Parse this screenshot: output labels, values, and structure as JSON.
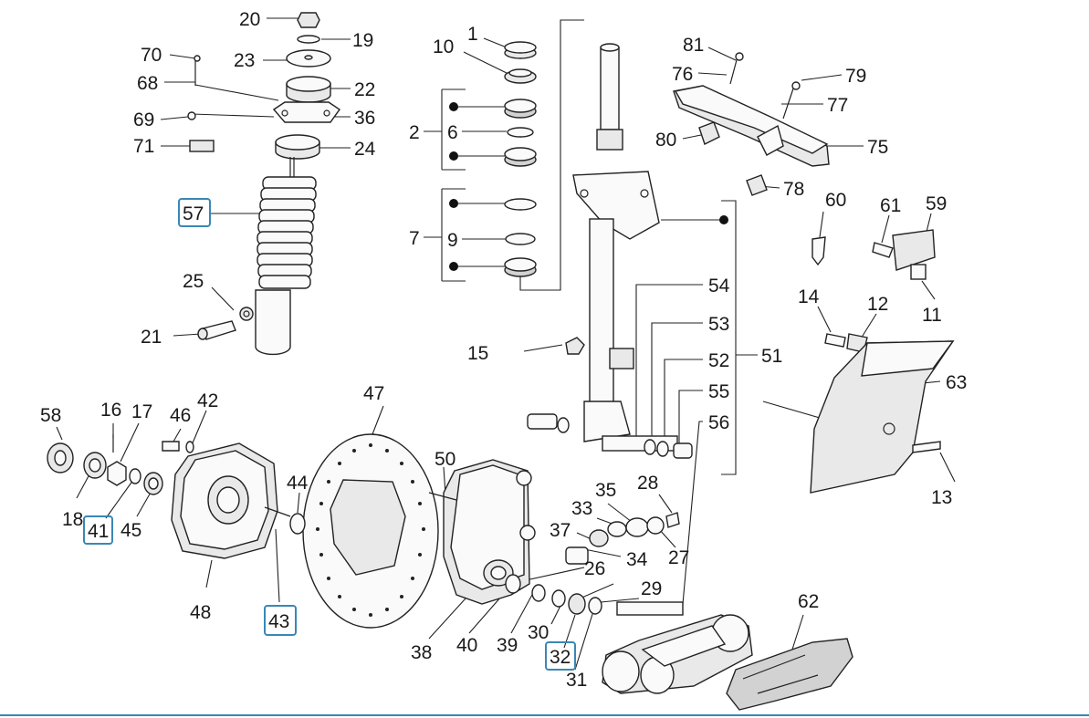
{
  "diagram": {
    "accent_color": "#3a87b4",
    "callouts": [
      {
        "id": "c20",
        "text": "20"
      },
      {
        "id": "c19",
        "text": "19"
      },
      {
        "id": "c70",
        "text": "70"
      },
      {
        "id": "c23",
        "text": "23"
      },
      {
        "id": "c68",
        "text": "68"
      },
      {
        "id": "c22",
        "text": "22"
      },
      {
        "id": "c69",
        "text": "69"
      },
      {
        "id": "c36",
        "text": "36"
      },
      {
        "id": "c71",
        "text": "71"
      },
      {
        "id": "c24",
        "text": "24"
      },
      {
        "id": "c57",
        "text": "57",
        "highlighted": true
      },
      {
        "id": "c25",
        "text": "25"
      },
      {
        "id": "c21",
        "text": "21"
      },
      {
        "id": "c1",
        "text": "1"
      },
      {
        "id": "c10",
        "text": "10"
      },
      {
        "id": "c2",
        "text": "2"
      },
      {
        "id": "c6",
        "text": "6"
      },
      {
        "id": "c7",
        "text": "7"
      },
      {
        "id": "c9",
        "text": "9"
      },
      {
        "id": "c81",
        "text": "81"
      },
      {
        "id": "c76",
        "text": "76"
      },
      {
        "id": "c79",
        "text": "79"
      },
      {
        "id": "c77",
        "text": "77"
      },
      {
        "id": "c80",
        "text": "80"
      },
      {
        "id": "c75",
        "text": "75"
      },
      {
        "id": "c78",
        "text": "78"
      },
      {
        "id": "c60",
        "text": "60"
      },
      {
        "id": "c61",
        "text": "61"
      },
      {
        "id": "c59",
        "text": "59"
      },
      {
        "id": "c14",
        "text": "14"
      },
      {
        "id": "c12",
        "text": "12"
      },
      {
        "id": "c11",
        "text": "11"
      },
      {
        "id": "c63",
        "text": "63"
      },
      {
        "id": "c13",
        "text": "13"
      },
      {
        "id": "c54",
        "text": "54"
      },
      {
        "id": "c53",
        "text": "53"
      },
      {
        "id": "c52",
        "text": "52"
      },
      {
        "id": "c51",
        "text": "51"
      },
      {
        "id": "c55",
        "text": "55"
      },
      {
        "id": "c56",
        "text": "56"
      },
      {
        "id": "c15",
        "text": "15"
      },
      {
        "id": "c47",
        "text": "47"
      },
      {
        "id": "c58",
        "text": "58"
      },
      {
        "id": "c16",
        "text": "16"
      },
      {
        "id": "c17",
        "text": "17"
      },
      {
        "id": "c46",
        "text": "46"
      },
      {
        "id": "c42",
        "text": "42"
      },
      {
        "id": "c18",
        "text": "18"
      },
      {
        "id": "c41",
        "text": "41",
        "highlighted": true
      },
      {
        "id": "c45",
        "text": "45"
      },
      {
        "id": "c44",
        "text": "44"
      },
      {
        "id": "c48",
        "text": "48"
      },
      {
        "id": "c43",
        "text": "43",
        "highlighted": true
      },
      {
        "id": "c50",
        "text": "50"
      },
      {
        "id": "c35",
        "text": "35"
      },
      {
        "id": "c28",
        "text": "28"
      },
      {
        "id": "c33",
        "text": "33"
      },
      {
        "id": "c37",
        "text": "37"
      },
      {
        "id": "c34",
        "text": "34"
      },
      {
        "id": "c27",
        "text": "27"
      },
      {
        "id": "c26",
        "text": "26"
      },
      {
        "id": "c29",
        "text": "29"
      },
      {
        "id": "c38",
        "text": "38"
      },
      {
        "id": "c40",
        "text": "40"
      },
      {
        "id": "c39",
        "text": "39"
      },
      {
        "id": "c30",
        "text": "30"
      },
      {
        "id": "c32",
        "text": "32",
        "highlighted": true
      },
      {
        "id": "c31",
        "text": "31"
      },
      {
        "id": "c62",
        "text": "62"
      }
    ]
  }
}
